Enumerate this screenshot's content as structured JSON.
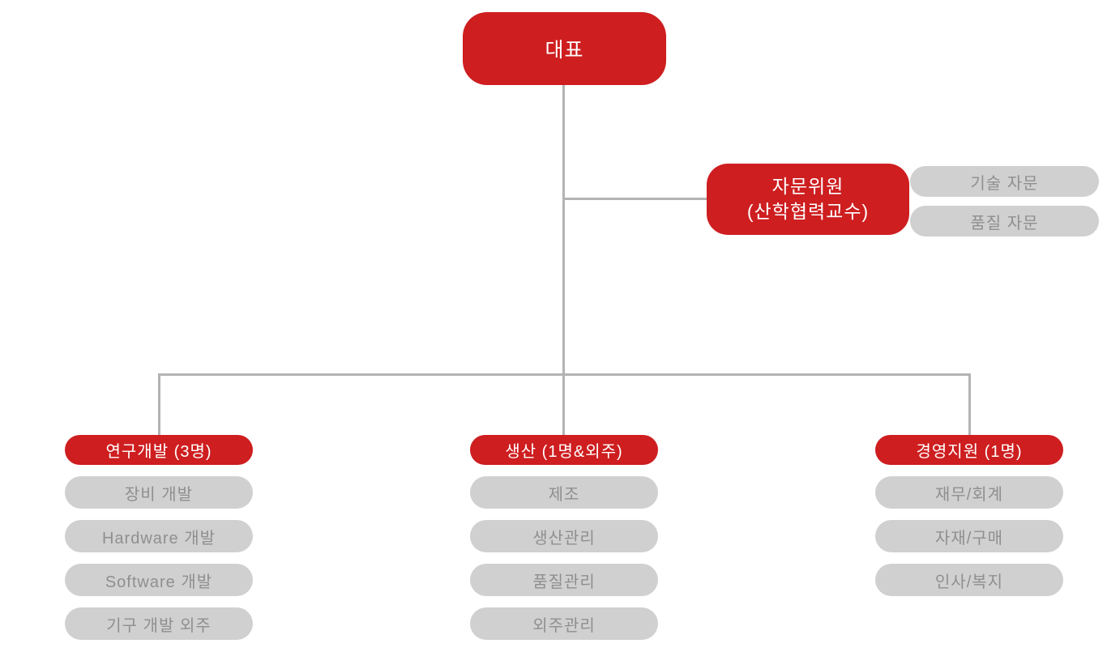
{
  "chart": {
    "type": "org-chart",
    "root": {
      "label": "대표"
    },
    "advisory": {
      "label_line1": "자문위원",
      "label_line2": "(산학협력교수)",
      "items": [
        {
          "label": "기술 자문"
        },
        {
          "label": "품질 자문"
        }
      ]
    },
    "departments": [
      {
        "label": "연구개발 (3명)",
        "items": [
          {
            "label": "장비 개발"
          },
          {
            "label": "Hardware 개발"
          },
          {
            "label": "Software 개발"
          },
          {
            "label": "기구 개발 외주"
          }
        ]
      },
      {
        "label": "생산 (1명&외주)",
        "items": [
          {
            "label": "제조"
          },
          {
            "label": "생산관리"
          },
          {
            "label": "품질관리"
          },
          {
            "label": "외주관리"
          }
        ]
      },
      {
        "label": "경영지원 (1명)",
        "items": [
          {
            "label": "재무/회계"
          },
          {
            "label": "자재/구매"
          },
          {
            "label": "인사/복지"
          }
        ]
      }
    ],
    "colors": {
      "header_red": "#ce1e20",
      "sub_gray": "#d0d0d0",
      "sub_text_gray": "#8f8f8f",
      "connector_gray": "#b3b3b3",
      "header_text": "#ffffff",
      "background": "#ffffff"
    }
  }
}
